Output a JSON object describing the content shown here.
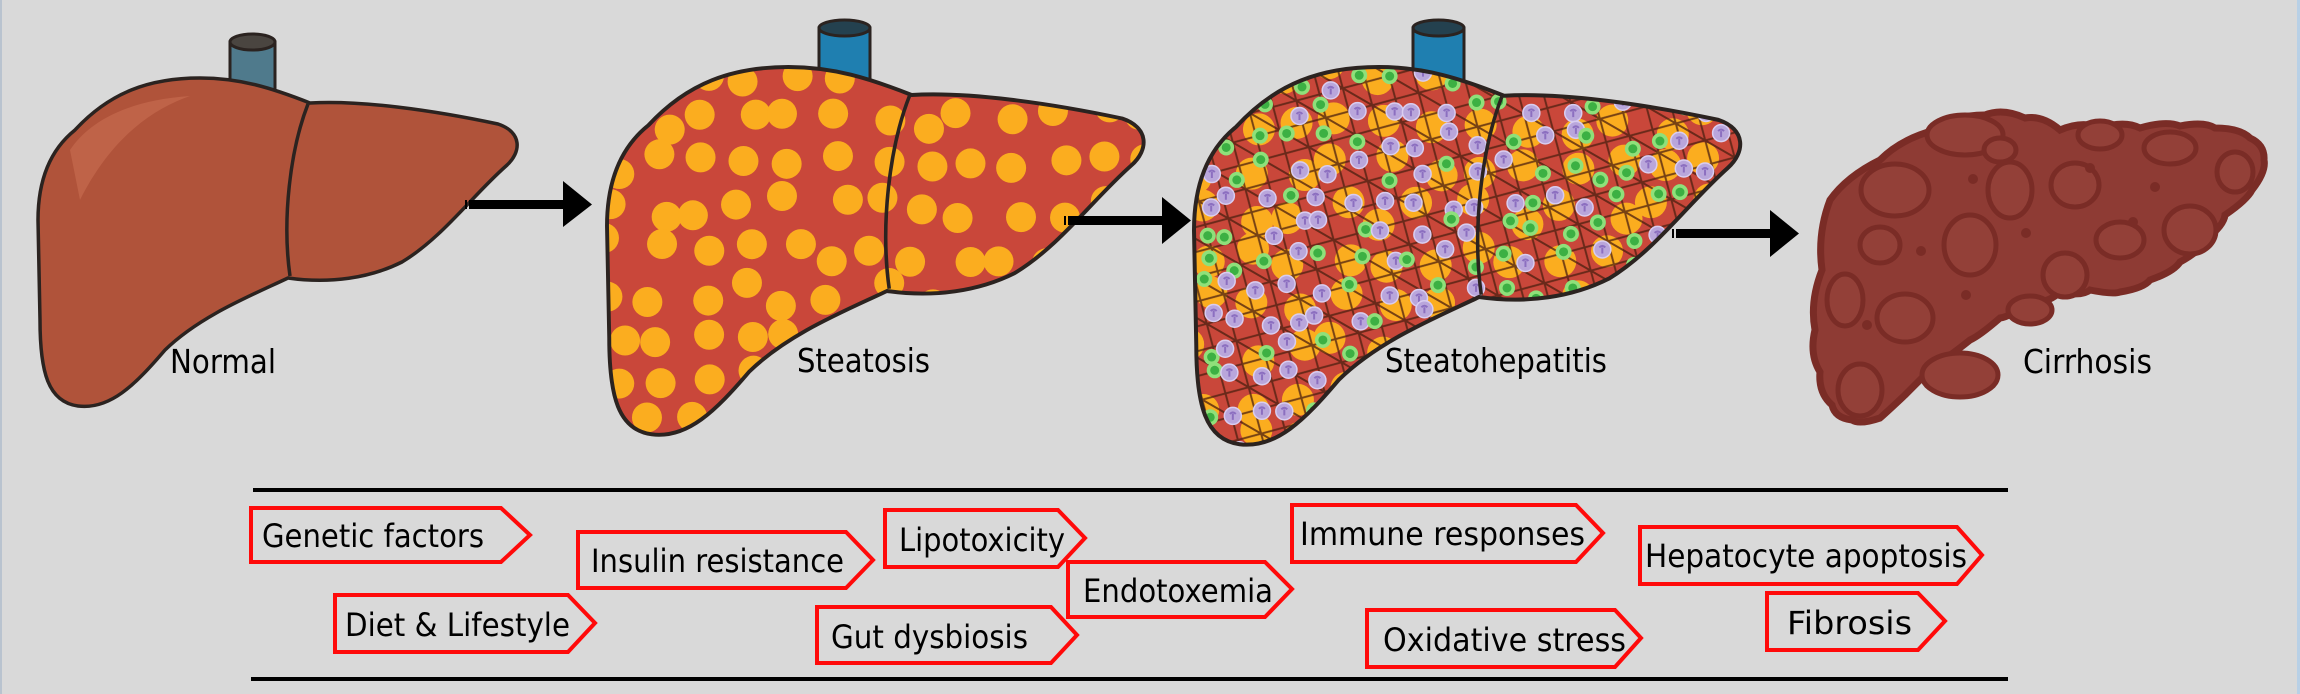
{
  "title": "Progression of liver disease",
  "stages": [
    {
      "id": "normal",
      "label": "Normal"
    },
    {
      "id": "steatosis",
      "label": "Steatosis"
    },
    {
      "id": "steatohepatitis",
      "label": "Steatohepatitis"
    },
    {
      "id": "cirrhosis",
      "label": "Cirrhosis"
    }
  ],
  "factors": [
    {
      "label": "Genetic factors"
    },
    {
      "label": "Insulin resistance"
    },
    {
      "label": "Lipotoxicity"
    },
    {
      "label": "Diet & Lifestyle"
    },
    {
      "label": "Gut dysbiosis"
    },
    {
      "label": "Endotoxemia"
    },
    {
      "label": "Immune responses"
    },
    {
      "label": "Oxidative stress"
    },
    {
      "label": "Hepatocyte apoptosis"
    },
    {
      "label": "Fibrosis"
    }
  ],
  "colors": {
    "background": "#d9d9d9",
    "normal_liver": "#b0533a",
    "fatty_liver": "#c9473a",
    "fat_droplet": "#fbad1f",
    "immune_cell_green": "#3cb043",
    "immune_cell_purple": "#b9a6db",
    "cirrhotic_liver": "#8e3b34",
    "vessel_normal": "#4f7a8c",
    "vessel_blue": "#1f7fb0",
    "factor_border": "#ff0a0a",
    "arrow": "#000000"
  }
}
